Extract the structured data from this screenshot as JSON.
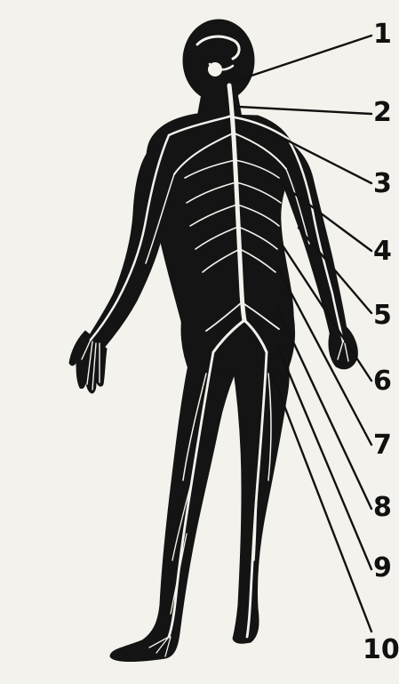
{
  "diagram": {
    "colors": {
      "background": "#f4f2ec",
      "figure": "#141414",
      "nerves": "#f4f2ec",
      "leaders": "#111111"
    },
    "labels": [
      "1",
      "2",
      "3",
      "4",
      "5",
      "6",
      "7",
      "8",
      "9",
      "10"
    ]
  }
}
